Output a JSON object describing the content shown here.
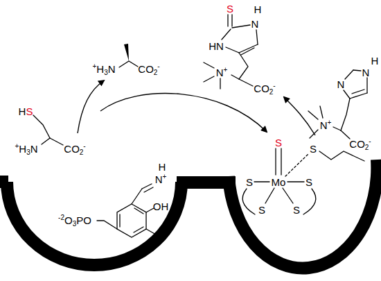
{
  "diagram": {
    "labels": [
      "S",
      "H",
      "N",
      "HN",
      "N+",
      "CO2-",
      "H",
      "N",
      "N",
      "N+",
      "CO2-",
      "HS",
      "+H3N",
      "CO2-",
      "+H3N",
      "CO2-",
      "H",
      "N+",
      "OH",
      "-2O3PO",
      "S",
      "Mo",
      "S",
      "S",
      "S",
      "S",
      "S"
    ]
  }
}
